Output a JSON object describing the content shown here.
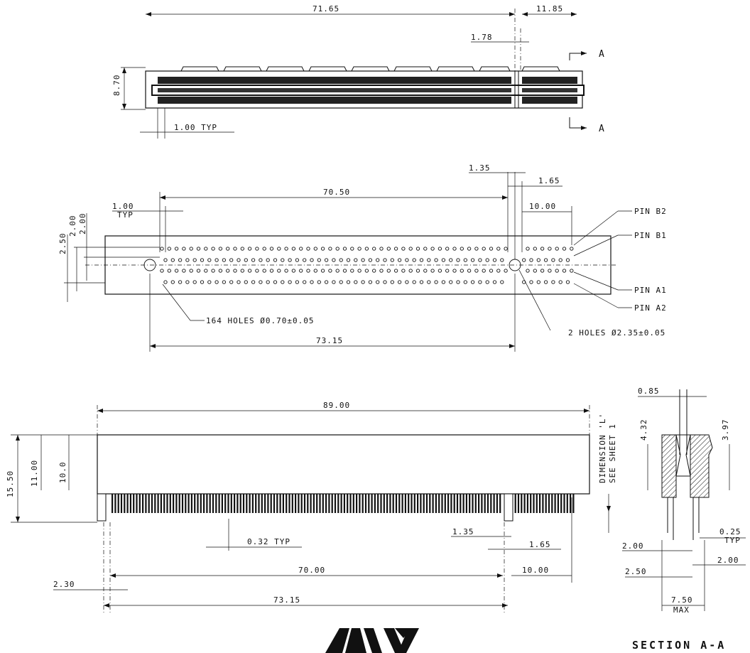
{
  "top_view": {
    "dims": {
      "overall": "71.65",
      "right": "11.85",
      "gap": "1.78",
      "height": "8.70",
      "pitch": "1.00 TYP"
    },
    "section_marker": "A"
  },
  "pcb_layout": {
    "dims": {
      "span": "70.50",
      "d135": "1.35",
      "d165": "1.65",
      "d1000": "10.00",
      "pitch": "1.00",
      "typ": "TYP",
      "v250": "2.50",
      "v200": "2.00",
      "v2004": "2.00",
      "total": "73.15"
    },
    "pins": {
      "b2": "PIN B2",
      "b1": "PIN B1",
      "a1": "PIN A1",
      "a2": "PIN A2"
    },
    "holes_note": "164 HOLES Ø0.70±0.05",
    "post_note": "2 HOLES Ø2.35±0.05"
  },
  "front_view": {
    "dims": {
      "overall": "89.00",
      "h1550": "15.50",
      "h1100": "11.00",
      "h100": "10.0",
      "pin_pitch": "0.32 TYP",
      "d135": "1.35",
      "d165": "1.65",
      "span": "70.00",
      "d1000": "10.00",
      "d230": "2.30",
      "total": "73.15"
    },
    "note_line1": "DIMENSION 'L'",
    "note_line2": "SEE SHEET 1"
  },
  "section_view": {
    "dims": {
      "top": "0.85",
      "h432": "4.32",
      "h397": "3.97",
      "d025": "0.25",
      "typ": "TYP",
      "w200a": "2.00",
      "w200b": "2.00",
      "w250": "2.50",
      "max_val": "7.50",
      "max_label": "MAX"
    },
    "title": "SECTION  A-A"
  },
  "logo": "AVX"
}
